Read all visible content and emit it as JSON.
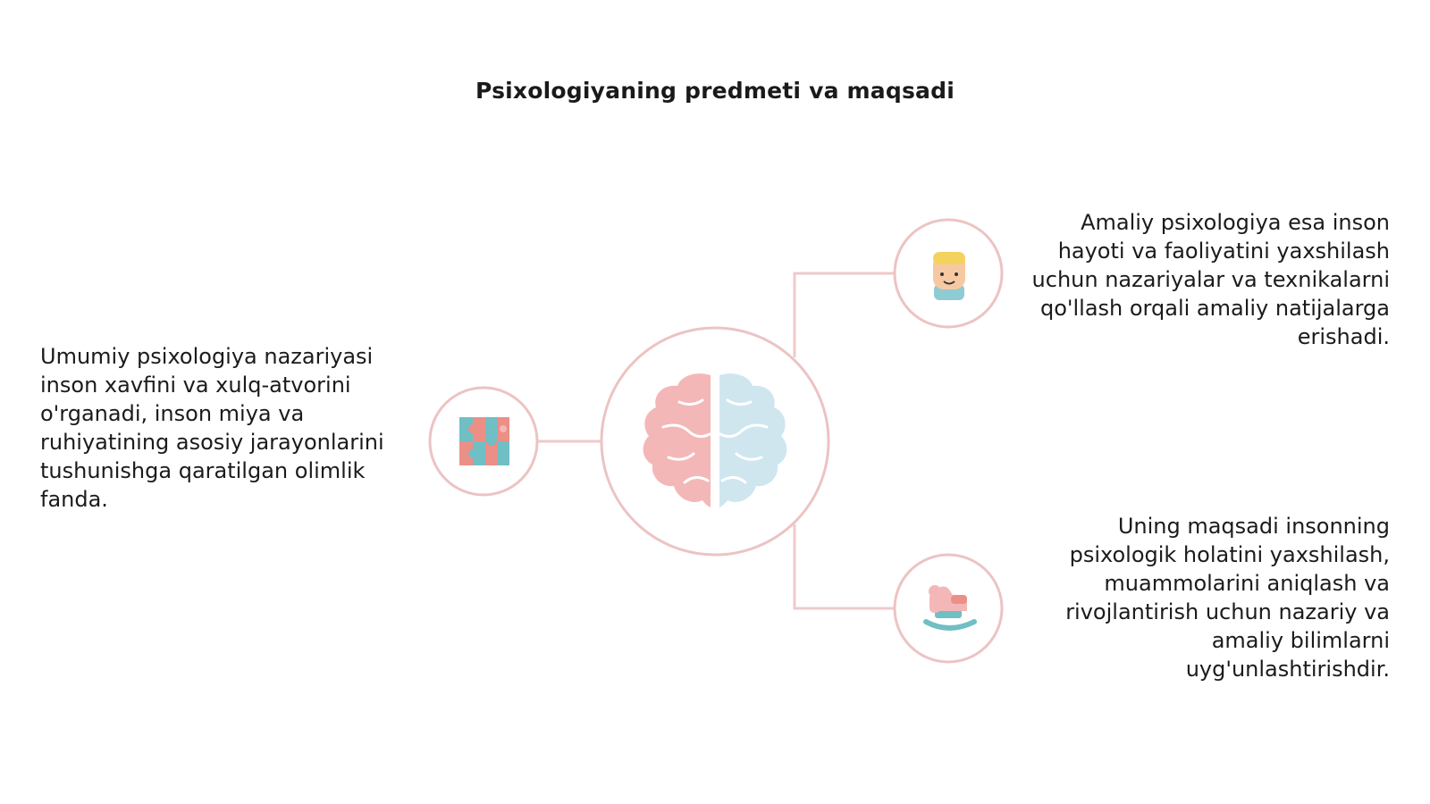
{
  "title": "Psixologiyaning predmeti va maqsadi",
  "colors": {
    "line": "#f0c9c9",
    "circle_stroke": "#ecc3c3",
    "brain_left": "#f4b7b7",
    "brain_right": "#cfe6ef",
    "teal": "#6fbfc4",
    "coral": "#ec8f86",
    "text": "#1b1b1b"
  },
  "center_node": {
    "icon": "brain-icon"
  },
  "nodes": [
    {
      "id": "left",
      "icon": "puzzle-icon",
      "text": "Umumiy psixologiya nazariyasi inson xavfini va xulq-atvorini o'rganadi, inson miya va ruhiyatining asosiy jarayonlarini tushunishga qaratilgan olimlik fanda."
    },
    {
      "id": "top-right",
      "icon": "person-icon",
      "text": "Amaliy psixologiya esa inson hayoti va faoliyatini yaxshilash uchun nazariyalar va texnikalarni qo'llash orqali amaliy natijalarga erishadi."
    },
    {
      "id": "bottom-right",
      "icon": "rocking-horse-icon",
      "text": "Uning maqsadi insonning psixologik holatini yaxshilash, muammolarini aniqlash va rivojlantirish uchun nazariy va amaliy bilimlarni uyg'unlashtirishdir."
    }
  ]
}
